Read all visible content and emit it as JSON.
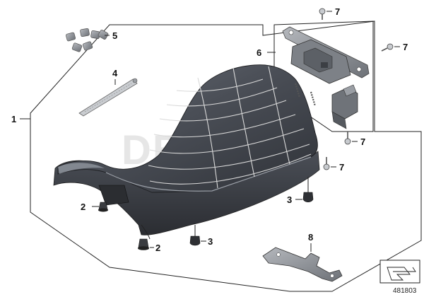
{
  "watermark": "DEWIKI",
  "reference_number": "481803",
  "callouts": {
    "c1": "1",
    "c2a": "2",
    "c2b": "2",
    "c3a": "3",
    "c3b": "3",
    "c4": "4",
    "c5": "5",
    "c6": "6",
    "c7a": "7",
    "c7b": "7",
    "c7c": "7",
    "c7d": "7",
    "c8": "8"
  },
  "colors": {
    "seat_dark": "#3e424a",
    "seat_mid": "#5a5f68",
    "seat_light": "#7d828b",
    "part_gray": "#8c9096",
    "stitch": "#d9d9d9"
  },
  "icons": {
    "corner_arrow": "arrow-down-right-icon"
  }
}
